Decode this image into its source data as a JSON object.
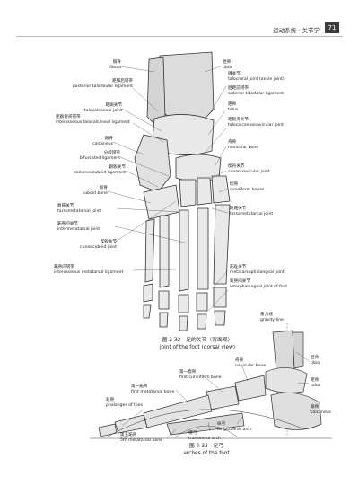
{
  "header": {
    "running_title": "运动系统 · 关节学",
    "page_number": "71"
  },
  "figure_1": {
    "labels_left": [
      {
        "zh": "腓骨",
        "en": "fibula"
      },
      {
        "zh": "距腓后韧带",
        "en": "posterior talofibular ligament"
      },
      {
        "zh": "距跟关节",
        "en": "talocalcaneal joint"
      },
      {
        "zh": "距跟骨间韧带",
        "en": "interosseous talocalcaneal ligament"
      },
      {
        "zh": "跟骨",
        "en": "calcaneus"
      },
      {
        "zh": "分歧韧带",
        "en": "bifurcated ligament"
      },
      {
        "zh": "跟骰关节",
        "en": "calcaneocuboid ligament"
      },
      {
        "zh": "骰骨",
        "en": "cuboid bone"
      },
      {
        "zh": "跗跖关节",
        "en": "tarsometatarsal joint"
      },
      {
        "zh": "跖骨间关节",
        "en": "intermetatarsal joint"
      },
      {
        "zh": "楔骰关节",
        "en": "cuneocuboid joint"
      },
      {
        "zh": "跖骨间韧带",
        "en": "interosseous metatarsal ligament"
      }
    ],
    "labels_right": [
      {
        "zh": "胫骨",
        "en": "tibia"
      },
      {
        "zh": "踝关节",
        "en": "talocrural joint (ankle joint)"
      },
      {
        "zh": "胫距前韧带",
        "en": "anterior tibiotalar ligament"
      },
      {
        "zh": "距骨",
        "en": "talus"
      },
      {
        "zh": "距跟舟关节",
        "en": "talocalcaneonavicular joint"
      },
      {
        "zh": "舟骨",
        "en": "navicular bone"
      },
      {
        "zh": "楔舟关节",
        "en": "cuneonavicular joint"
      },
      {
        "zh": "楔骨",
        "en": "cuneiform bones"
      },
      {
        "zh": "跗跖关节",
        "en": "tarsometatarsal joint"
      },
      {
        "zh": "跖趾关节",
        "en": "metatarsophalangeal joint"
      },
      {
        "zh": "趾骨间关节",
        "en": "interphalangeal joint of foot"
      }
    ],
    "caption_zh": "图 2-32　足的关节（背面观）",
    "caption_en": "joint of the foot (dorsal view)"
  },
  "figure_2": {
    "labels": {
      "gravity_zh": "重力线",
      "gravity_en": "gravity line",
      "navicular_zh": "舟骨",
      "navicular_en": "navicular bone",
      "first_cuneiform_zh": "第一楔骨",
      "first_cuneiform_en": "first cuneiform bone",
      "first_metatarsal_zh": "第一跖骨",
      "first_metatarsal_en": "first metatarsal bone",
      "phalanges_zh": "趾骨",
      "phalanges_en": "phalanges of toes",
      "tibia_zh": "胫骨",
      "tibia_en": "tibia",
      "talus_zh": "距骨",
      "talus_en": "talus",
      "calcaneus_zh": "跟骨",
      "calcaneus_en": "calcaneus",
      "fifth_metatarsal_zh": "第五跖骨",
      "fifth_metatarsal_en": "5th metatarsal bone",
      "transverse_arch_zh": "横弓",
      "transverse_arch_en": "transverse arch",
      "longitudinal_arch_zh": "纵弓",
      "longitudinal_arch_en": "longitudinal arch"
    },
    "caption_zh": "图 2-33　足弓",
    "caption_en": "arches of the foot"
  }
}
